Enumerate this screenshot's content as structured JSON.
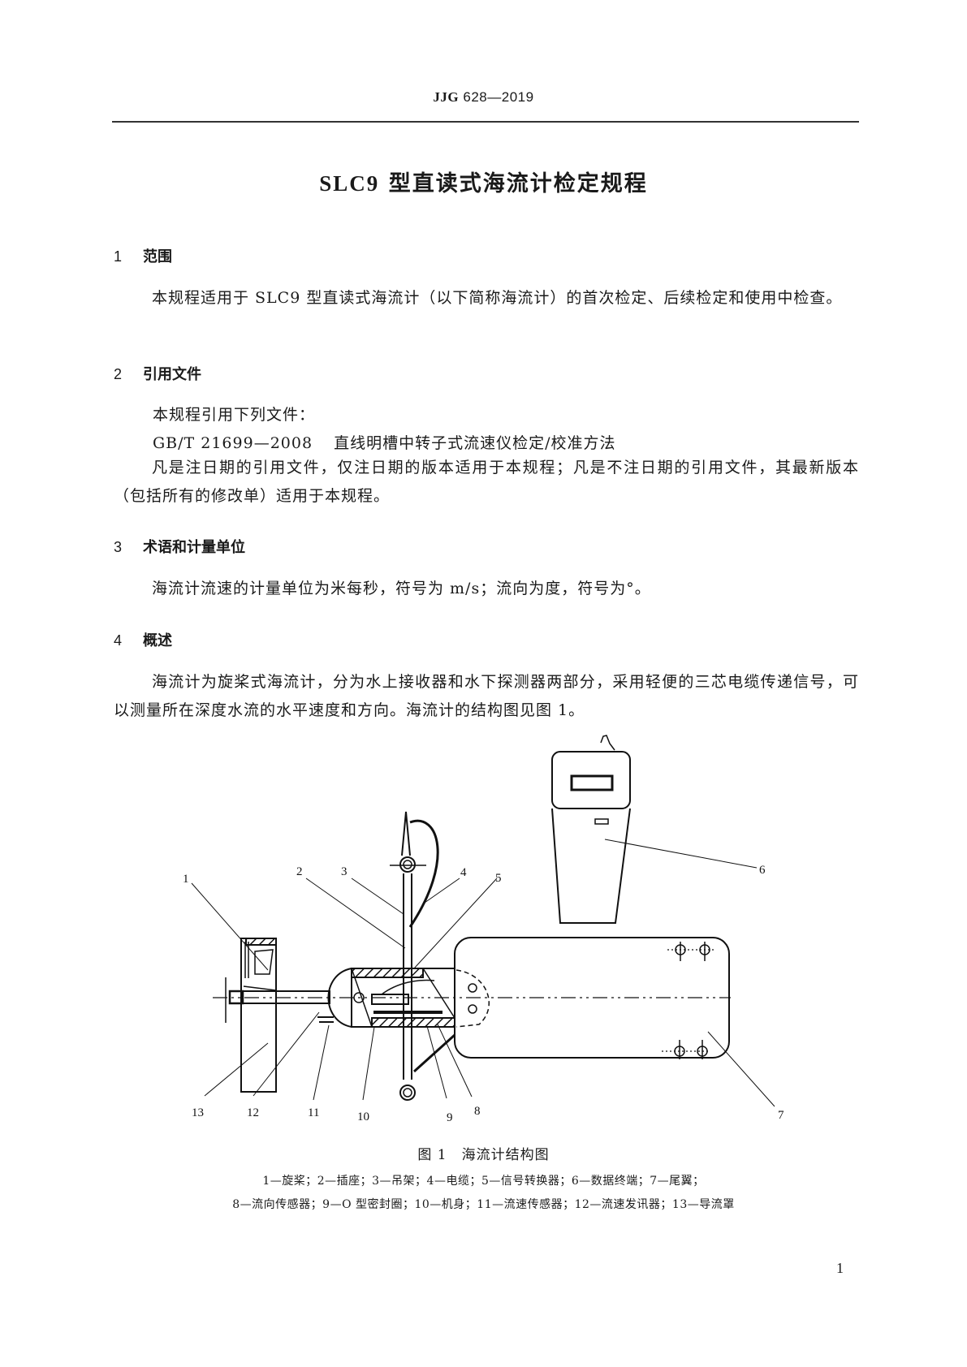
{
  "header": {
    "std_prefix": "JJG",
    "std_number": "628—2019"
  },
  "title": {
    "model": "SLC9",
    "text": " 型直读式海流计检定规程"
  },
  "sections": [
    {
      "number": "1",
      "heading": "范围",
      "paragraphs": [
        "本规程适用于 SLC9 型直读式海流计（以下简称海流计）的首次检定、后续检定和使用中检查。"
      ]
    },
    {
      "number": "2",
      "heading": "引用文件",
      "intro": "本规程引用下列文件：",
      "references": [
        {
          "code": "GB/T 21699—2008",
          "title": "直线明槽中转子式流速仪检定/校准方法"
        }
      ],
      "paragraphs": [
        "凡是注日期的引用文件，仅注日期的版本适用于本规程；凡是不注日期的引用文件，其最新版本（包括所有的修改单）适用于本规程。"
      ]
    },
    {
      "number": "3",
      "heading": "术语和计量单位",
      "paragraphs": [
        "海流计流速的计量单位为米每秒，符号为 m/s；流向为度，符号为°。"
      ]
    },
    {
      "number": "4",
      "heading": "概述",
      "paragraphs": [
        "海流计为旋桨式海流计，分为水上接收器和水下探测器两部分，采用轻便的三芯电缆传递信号，可以测量所在深度水流的水平速度和方向。海流计的结构图见图 1。"
      ]
    }
  ],
  "figure": {
    "caption": "图 1　海流计结构图",
    "callouts": [
      "1",
      "2",
      "3",
      "4",
      "5",
      "6",
      "7",
      "8",
      "9",
      "10",
      "11",
      "12",
      "13"
    ],
    "legend_line_1": "1—旋桨；2—插座；3—吊架；4—电缆；5—信号转换器；6—数据终端；7—尾翼；",
    "legend_line_2": "8—流向传感器；9—O 型密封圈；10—机身；11—流速传感器；12—流速发讯器；13—导流罩",
    "parts": [
      {
        "id": "1",
        "name": "旋桨"
      },
      {
        "id": "2",
        "name": "插座"
      },
      {
        "id": "3",
        "name": "吊架"
      },
      {
        "id": "4",
        "name": "电缆"
      },
      {
        "id": "5",
        "name": "信号转换器"
      },
      {
        "id": "6",
        "name": "数据终端"
      },
      {
        "id": "7",
        "name": "尾翼"
      },
      {
        "id": "8",
        "name": "流向传感器"
      },
      {
        "id": "9",
        "name": "O 型密封圈"
      },
      {
        "id": "10",
        "name": "机身"
      },
      {
        "id": "11",
        "name": "流速传感器"
      },
      {
        "id": "12",
        "name": "流速发讯器"
      },
      {
        "id": "13",
        "name": "导流罩"
      }
    ]
  },
  "page_number": "1"
}
